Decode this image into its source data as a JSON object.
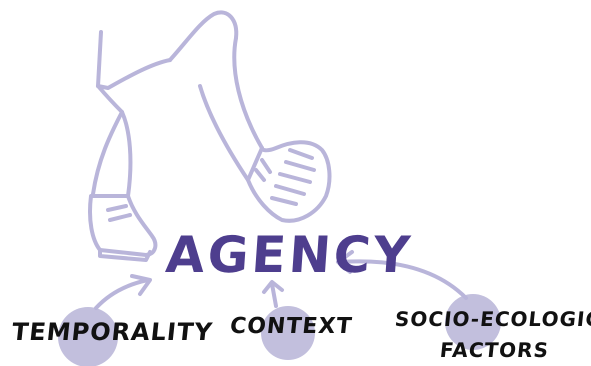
{
  "title": "AGENCY",
  "labels": {
    "temporality": "TEMPORALITY",
    "context": "CONTEXT",
    "socio_line1": "SOCIO-ECOLOGICAL",
    "socio_line2": "FACTORS"
  },
  "icons": [
    "walking-legs-icon",
    "arrow-icon",
    "circle-highlight-icon"
  ],
  "colors": {
    "lavender": "#c2bfdd",
    "lavender_dark": "#aaa6cf",
    "title_purple": "#4e3e8e",
    "label_ink": "#111111"
  }
}
